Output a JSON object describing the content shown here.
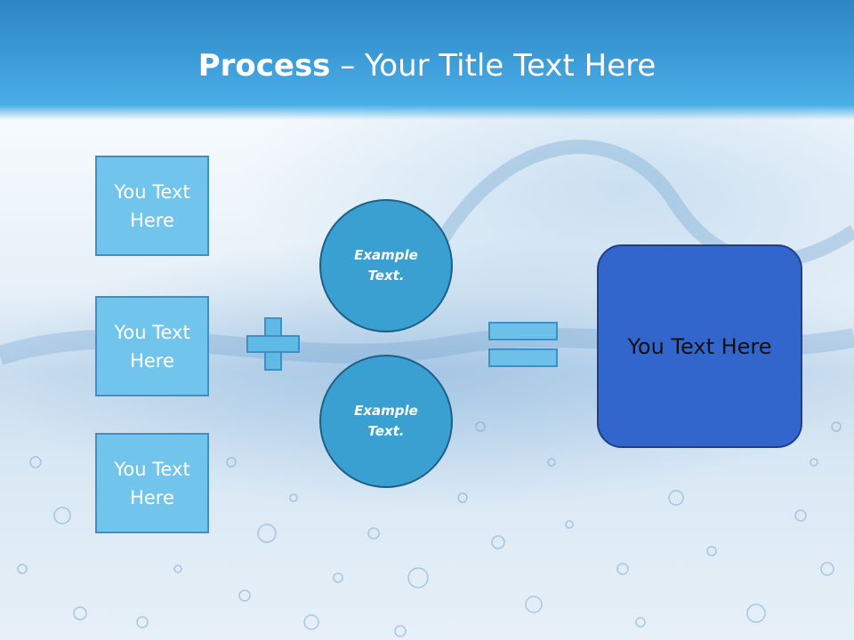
{
  "title": {
    "bold": "Process",
    "rest": " – Your Title Text Here"
  },
  "inputs": [
    {
      "label": "You Text\nHere"
    },
    {
      "label": "You Text\nHere"
    },
    {
      "label": "You Text\nHere"
    }
  ],
  "examples": [
    {
      "label": "Example\nText."
    },
    {
      "label": "Example\nText."
    }
  ],
  "result": {
    "label": "You Text Here"
  },
  "colors": {
    "header": "#3a9ad6",
    "text_box": "#71c4ec",
    "circle": "#3aa0d2",
    "result_box": "#3366cc"
  }
}
